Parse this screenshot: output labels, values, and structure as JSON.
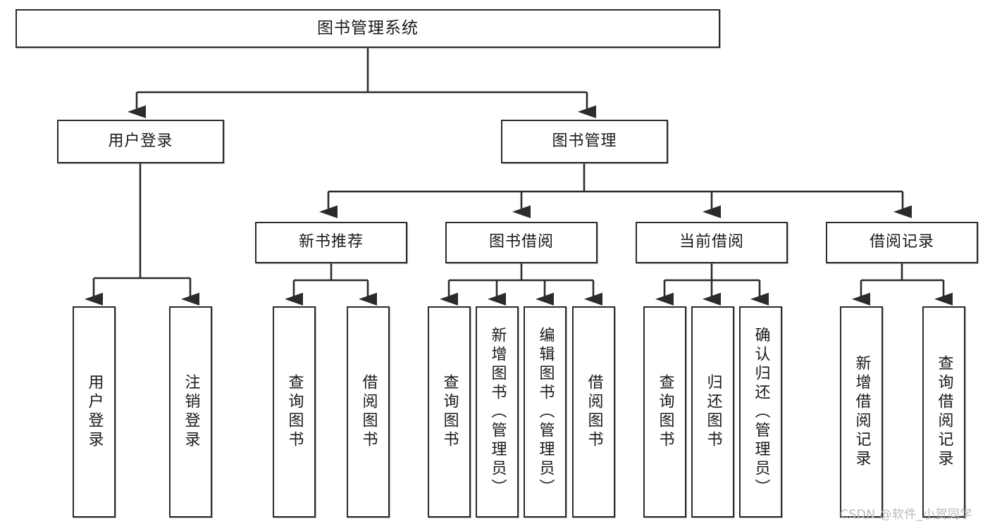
{
  "diagram": {
    "title": "图书管理系统",
    "type": "tree",
    "colors": {
      "box_border": "#2b2b2b",
      "box_fill": "#ffffff",
      "line": "#2b2b2b",
      "text": "#1a1a1a",
      "watermark": "#b9b9b9"
    },
    "root": {
      "label": "图书管理系统"
    },
    "level2": [
      {
        "label": "用户登录"
      },
      {
        "label": "图书管理"
      }
    ],
    "level3": [
      {
        "label": "新书推荐"
      },
      {
        "label": "图书借阅"
      },
      {
        "label": "当前借阅"
      },
      {
        "label": "借阅记录"
      }
    ],
    "leaves": {
      "user_login": [
        {
          "label": "用户登录"
        },
        {
          "label": "注销登录"
        }
      ],
      "new_book": [
        {
          "label": "查询图书"
        },
        {
          "label": "借阅图书"
        }
      ],
      "book_borrow": [
        {
          "label": "查询图书"
        },
        {
          "label": "新增图书（管理员）"
        },
        {
          "label": "编辑图书（管理员）"
        },
        {
          "label": "借阅图书"
        }
      ],
      "current_borrow": [
        {
          "label": "查询图书"
        },
        {
          "label": "归还图书"
        },
        {
          "label": "确认归还（管理员）"
        }
      ],
      "borrow_record": [
        {
          "label": "新增借阅记录"
        },
        {
          "label": "查询借阅记录"
        }
      ]
    }
  },
  "watermark": {
    "text": "CSDN @软件_小贺同学"
  }
}
